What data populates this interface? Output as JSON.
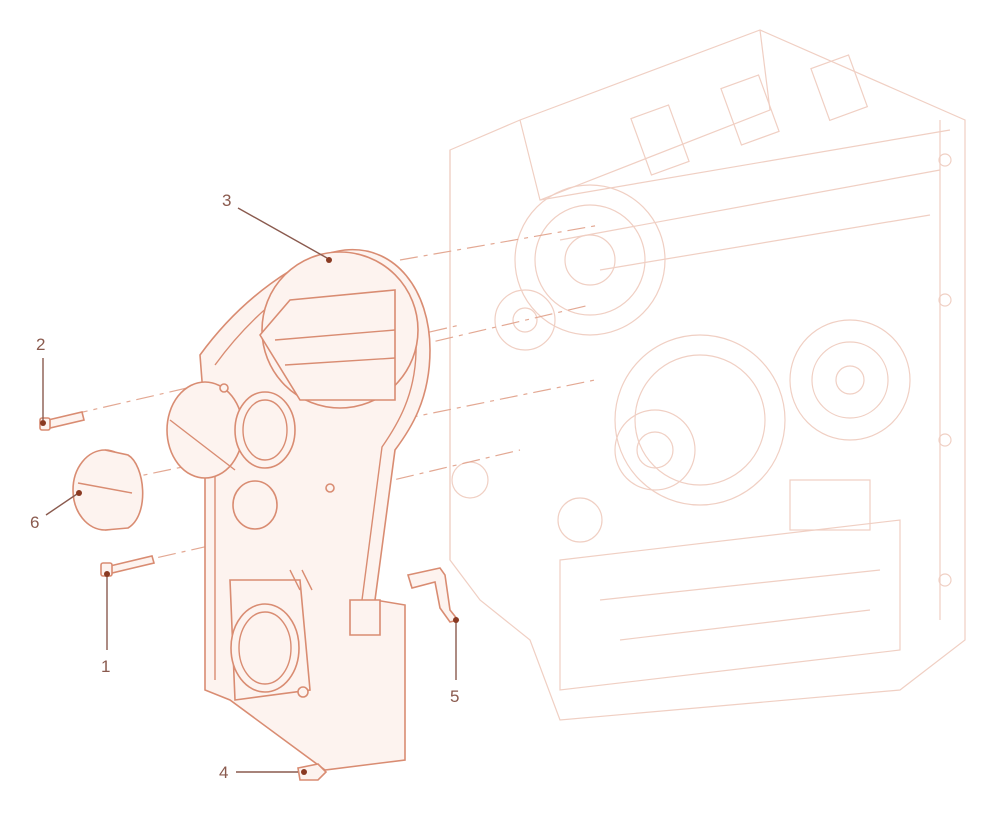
{
  "callouts": [
    {
      "id": "1",
      "label": "1"
    },
    {
      "id": "2",
      "label": "2"
    },
    {
      "id": "3",
      "label": "3"
    },
    {
      "id": "4",
      "label": "4"
    },
    {
      "id": "5",
      "label": "5"
    },
    {
      "id": "6",
      "label": "6"
    }
  ],
  "colors": {
    "part_outline": "#d98c72",
    "engine_ghost": "#f0cfc3",
    "callout_text": "#8a5a4e"
  }
}
